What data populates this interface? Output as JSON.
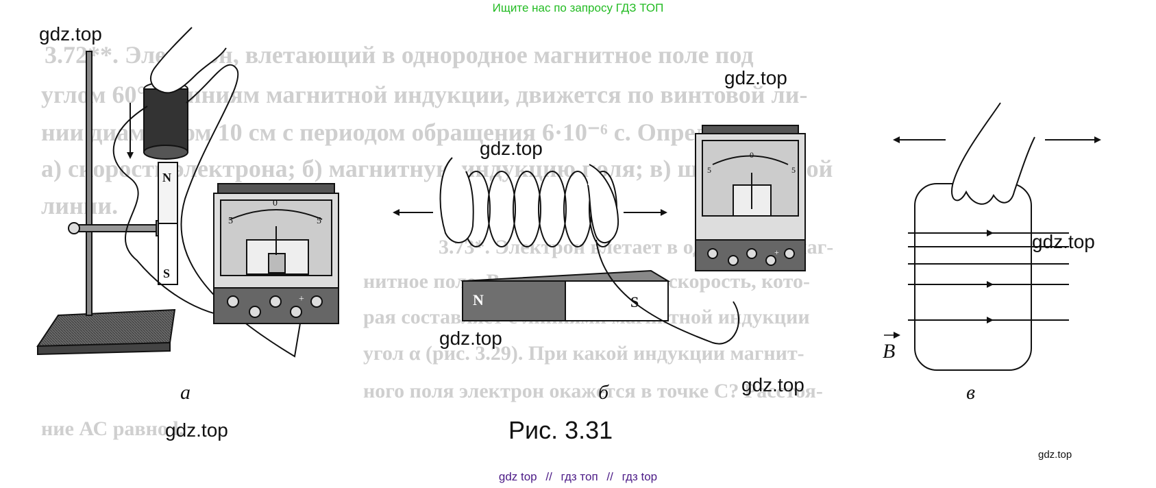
{
  "header": {
    "banner_text": "Ищите нас по запросу ГДЗ ТОП",
    "banner_color": "#22bb22"
  },
  "watermarks": [
    "gdz.top",
    "gdz.top",
    "gdz.top",
    "gdz.top",
    "gdz.top",
    "gdz.top",
    "gdz.top",
    "gdz.top"
  ],
  "footer": {
    "links": [
      "gdz top",
      "гдз топ",
      "гдз top"
    ],
    "separator": "//",
    "link_color": "#4b1a86"
  },
  "figure": {
    "caption": "Рис. 3.31",
    "panels": {
      "a": "а",
      "b": "б",
      "v": "в"
    },
    "magnet_a": {
      "north": "N",
      "south": "S"
    },
    "magnet_b": {
      "north": "N",
      "south": "S"
    },
    "meter_scale": {
      "left": "5",
      "center": "0",
      "right": "5",
      "plus": "+"
    },
    "field_symbol": "B",
    "background_text": [
      "3.72**. Электрон, влетающий в однородное магнитное поле под",
      "углом 60° к линиям магнитной индукции, движется по винтовой ли-",
      "нии диаметром 10 см с периодом обращения 6·10⁻⁶ с. Определите:",
      "а) скорость электрона; б) магнитную индукцию поля; в) шаг винтовой",
      "линии.",
      "3.73*. Электрон влетает в однородное маг-",
      "нитное поле. В точке А он имеет скорость, кото-",
      "рая составляет с линиями магнитной индукции",
      "угол α (рис. 3.29). При какой индукции магнит-",
      "ного поля электрон окажется в точке С? Расстоя-",
      "ние АС равно l."
    ]
  }
}
